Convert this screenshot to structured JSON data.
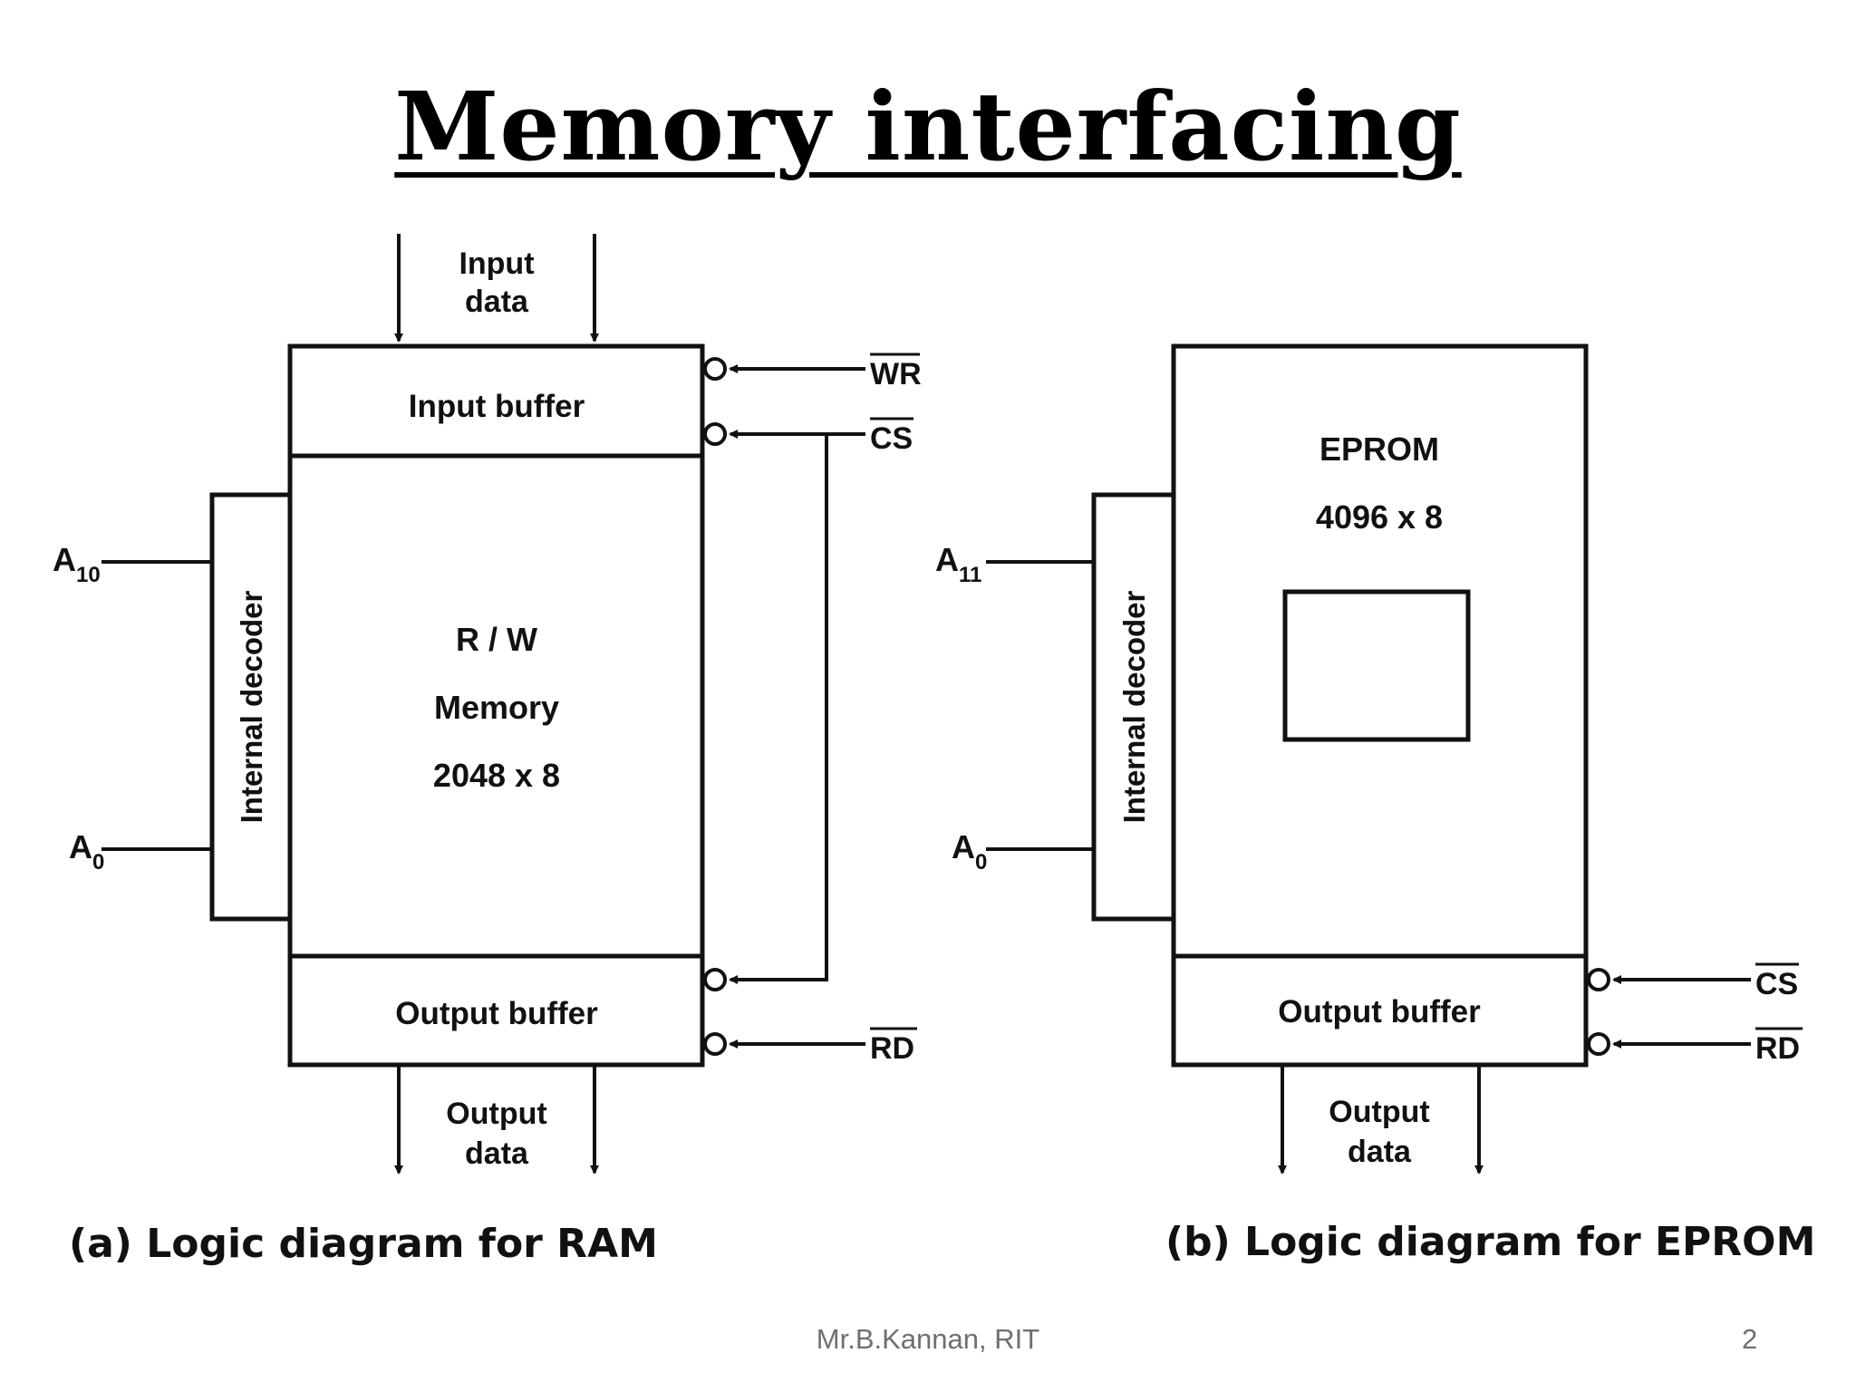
{
  "title": "Memory interfacing",
  "ram_diagram": {
    "input_data": [
      "Input",
      "data"
    ],
    "input_buffer": "Input buffer",
    "memory": [
      "R / W",
      "Memory",
      "2048 x 8"
    ],
    "output_buffer": "Output buffer",
    "output_data": [
      "Output",
      "data"
    ],
    "decoder": "Internal decoder",
    "addr_high": {
      "base": "A",
      "sub": "10"
    },
    "addr_low": {
      "base": "A",
      "sub": "0"
    },
    "wr": "WR",
    "cs": "CS",
    "rd": "RD",
    "caption": "(a) Logic diagram for RAM"
  },
  "eprom_diagram": {
    "chip": [
      "EPROM",
      "4096 x 8"
    ],
    "output_buffer": "Output buffer",
    "output_data": [
      "Output",
      "data"
    ],
    "decoder": "Internal decoder",
    "addr_high": {
      "base": "A",
      "sub": "11"
    },
    "addr_low": {
      "base": "A",
      "sub": "0"
    },
    "cs": "CS",
    "rd": "RD",
    "caption": "(b) Logic diagram for EPROM"
  },
  "footer": {
    "author": "Mr.B.Kannan, RIT",
    "page": "2"
  }
}
